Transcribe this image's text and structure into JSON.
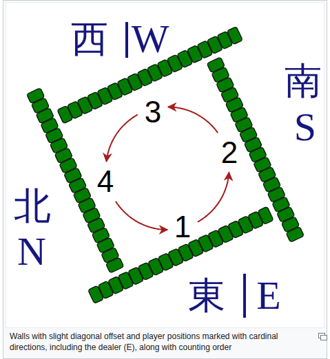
{
  "diagram": {
    "caption": "Walls with slight diagonal offset and player positions marked with cardinal directions, including the dealer (E), along with counting order",
    "nodes": [
      {
        "text": [
          "3"
        ]
      },
      {
        "text": [
          "2"
        ]
      },
      {
        "text": [
          "4"
        ]
      },
      {
        "text": [
          "1"
        ]
      }
    ],
    "edges": [
      {
        "from": 3,
        "to": 1,
        "arrow": "to"
      },
      {
        "from": 1,
        "to": 0,
        "arrow": "to"
      },
      {
        "from": 0,
        "to": 2,
        "arrow": "to"
      },
      {
        "from": 2,
        "to": 3,
        "arrow": "to"
      }
    ],
    "labels": [
      "西",
      "W",
      "南",
      "S",
      "北",
      "N",
      "東",
      "E"
    ]
  }
}
